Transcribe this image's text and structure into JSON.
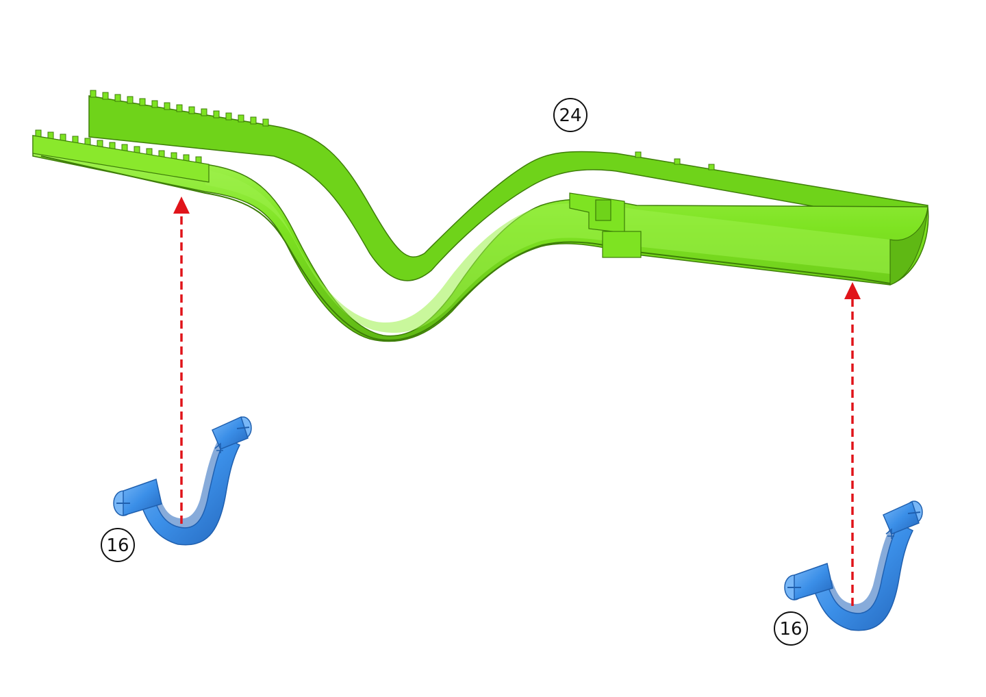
{
  "callouts": {
    "channel": "24",
    "clip_left": "16",
    "clip_right": "16"
  },
  "parts": {
    "channel": {
      "name": "cable-channel",
      "color": "#7ee322",
      "color_dark": "#4f9e0c",
      "color_light": "#a9f55a"
    },
    "clip": {
      "name": "mounting-clip",
      "color": "#3b8fe8",
      "color_dark": "#1f5fae",
      "color_light": "#78b7f7"
    }
  },
  "arrows": {
    "color": "#e0141a",
    "style": "dashed"
  }
}
